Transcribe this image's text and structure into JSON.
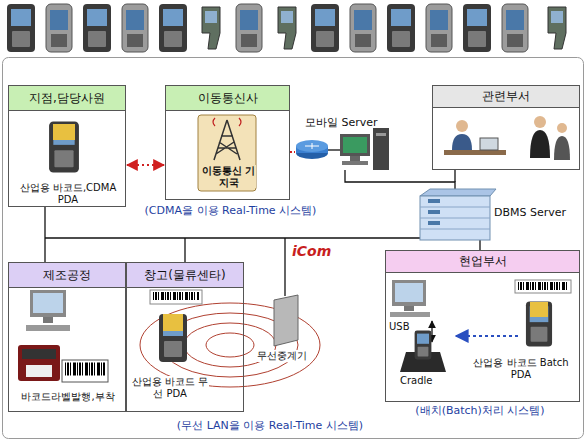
{
  "diagram": {
    "nodes": [
      {
        "text": [
          "지점,담당사원",
          "산업용 바코드,CDMA PDA"
        ]
      },
      {
        "text": [
          "이동통신사",
          "이동통신 기지국"
        ]
      },
      {
        "text": [
          "관련부서"
        ]
      },
      {
        "text": [
          "제조공정",
          "바코드라벨발행,부착"
        ]
      },
      {
        "text": [
          "창고(물류센타)",
          "산업용 바코드 무선 PDA"
        ]
      },
      {
        "text": [
          "현업부서",
          "산업용 바코드 Batch PDA"
        ]
      }
    ],
    "edges": [
      {
        "from": 1,
        "to": 0,
        "arrow": "both"
      }
    ],
    "labels": [
      "모바일 Server",
      "(CDMA을 이용 Real-Time 시스템)",
      "DBMS Server",
      "iCom",
      "USB",
      "Cradle",
      "무선중계기",
      "(무선 LAN을 이용 Real-Time 시스템)",
      "(배치(Batch)처리 시스템)"
    ]
  }
}
